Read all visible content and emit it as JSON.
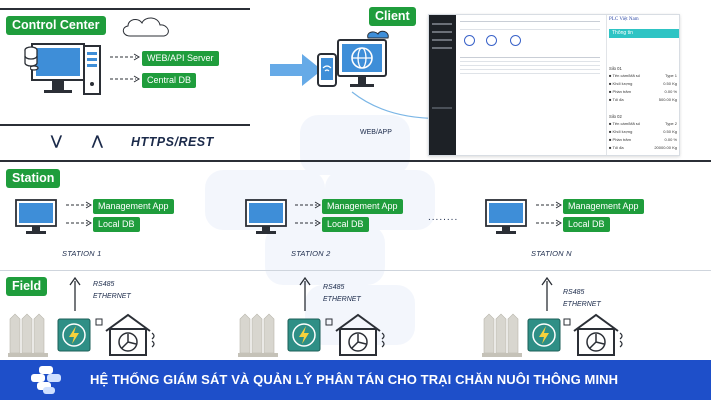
{
  "sections": {
    "control_center": "Control Center",
    "client": "Client",
    "station": "Station",
    "field": "Field"
  },
  "control_center": {
    "web_api_server": "WEB/API Server",
    "central_db": "Central DB"
  },
  "protocol": "HTTPS/REST",
  "client": {
    "web_app_label": "WEB/APP",
    "dashboard": {
      "title": "PLC Việt Nam",
      "tab": "Thông tin",
      "silo1": {
        "heading": "Silo 01",
        "rows": [
          {
            "label": "Tên cám/Mã số",
            "value": "Type 1"
          },
          {
            "label": "Khối lượng",
            "value": "0.50 Kg"
          },
          {
            "label": "Phần trăm",
            "value": "0.00 %"
          },
          {
            "label": "Tối đa",
            "value": "500.00 Kg"
          }
        ]
      },
      "silo2": {
        "heading": "Silo 02",
        "rows": [
          {
            "label": "Tên cám/Mã số",
            "value": "Type 2"
          },
          {
            "label": "Khối lượng",
            "value": "0.50 Kg"
          },
          {
            "label": "Phần trăm",
            "value": "0.00 %"
          },
          {
            "label": "Tối đa",
            "value": "20000.00 Kg"
          }
        ]
      }
    }
  },
  "stations": [
    {
      "label": "STATION 1",
      "app": "Management App",
      "db": "Local DB"
    },
    {
      "label": "STATION 2",
      "app": "Management App",
      "db": "Local DB"
    },
    {
      "label": "STATION N",
      "app": "Management App",
      "db": "Local DB"
    }
  ],
  "station_ellipsis": "........",
  "field": {
    "protocol_1": "RS485",
    "protocol_2": "ETHERNET"
  },
  "footer": {
    "title": "HỆ THỐNG GIÁM SÁT VÀ QUẢN LÝ PHÂN TÁN CHO TRẠI CHĂN NUÔI THÔNG MINH"
  },
  "colors": {
    "green": "#1f9d3c",
    "footer_blue": "#1e4fc9",
    "dark": "#1b2a4a",
    "monitor_blue": "#3e8ed8"
  }
}
